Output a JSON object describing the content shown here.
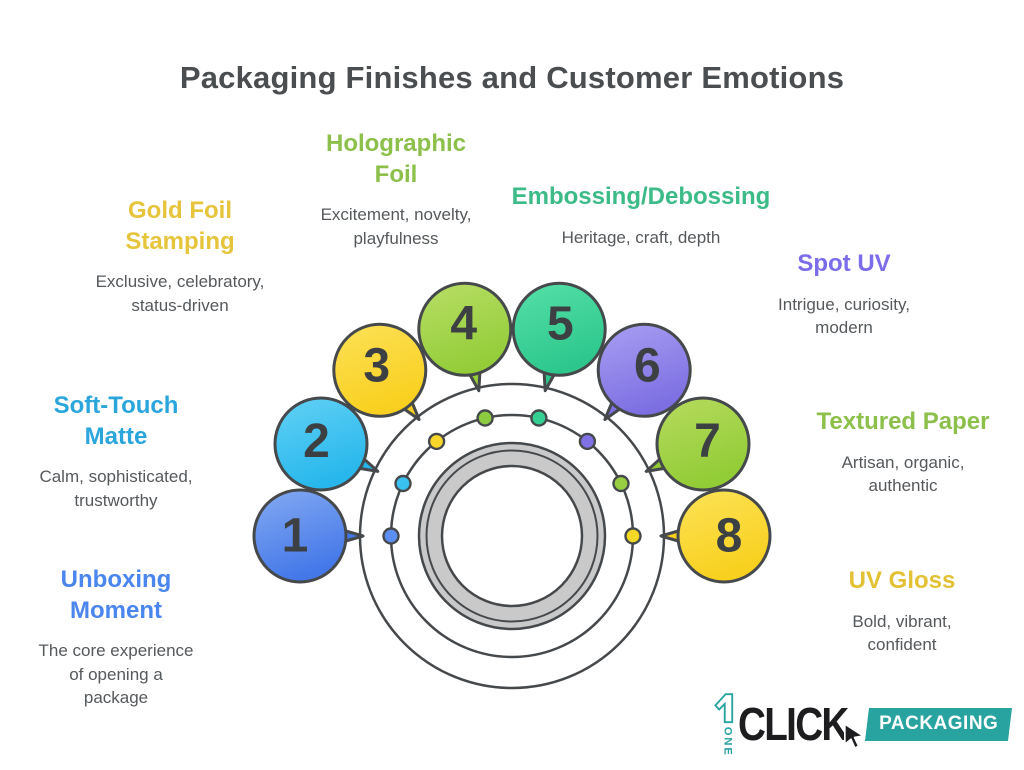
{
  "title": "Packaging Finishes and Customer Emotions",
  "finishes": [
    {
      "number": "1",
      "name": "Unboxing Moment",
      "emotions": "The core experience of opening a package",
      "label_color": "#4a86ee",
      "bubble_light": "#84aaf2",
      "bubble_dark": "#4478e9",
      "dot_color": "#5c8df0"
    },
    {
      "number": "2",
      "name": "Soft-Touch Matte",
      "emotions": "Calm, sophisticated, trustworthy",
      "label_color": "#2ba6dd",
      "bubble_light": "#62d1f5",
      "bubble_dark": "#27b7ec",
      "dot_color": "#38c1f1"
    },
    {
      "number": "3",
      "name": "Gold Foil Stamping",
      "emotions": "Exclusive, celebratory, status-driven",
      "label_color": "#e6c43c",
      "bubble_light": "#fce158",
      "bubble_dark": "#f9d01f",
      "dot_color": "#f8d62a"
    },
    {
      "number": "4",
      "name": "Holographic Foil",
      "emotions": "Excitement, novelty, playfulness",
      "label_color": "#8cc04b",
      "bubble_light": "#b8de66",
      "bubble_dark": "#94cd39",
      "dot_color": "#8ccb3f"
    },
    {
      "number": "5",
      "name": "Embossing/Debossing",
      "emotions": "Heritage, craft, depth",
      "label_color": "#3cbb86",
      "bubble_light": "#55e0a8",
      "bubble_dark": "#2dc78c",
      "dot_color": "#35cf92"
    },
    {
      "number": "6",
      "name": "Spot UV",
      "emotions": "Intrigue, curiosity, modern",
      "label_color": "#7b6ce9",
      "bubble_light": "#a99ff2",
      "bubble_dark": "#7d6fe2",
      "dot_color": "#8071e5"
    },
    {
      "number": "7",
      "name": "Textured Paper",
      "emotions": "Artisan, organic, authentic",
      "label_color": "#8cc04b",
      "bubble_light": "#b6db5e",
      "bubble_dark": "#92cc36",
      "dot_color": "#98ce41"
    },
    {
      "number": "8",
      "name": "UV Gloss",
      "emotions": "Bold, vibrant, confident",
      "label_color": "#e3c134",
      "bubble_light": "#fce257",
      "bubble_dark": "#f8d01e",
      "dot_color": "#f5d826"
    }
  ],
  "diagram_colors": {
    "stroke": "#46494c",
    "ring_fill": "#c9c9c9",
    "number_color": "#3d4043"
  },
  "logo": {
    "one": "ONE",
    "click": "CLICK",
    "packaging": "PACKAGING",
    "teal": "#29a3a0"
  }
}
